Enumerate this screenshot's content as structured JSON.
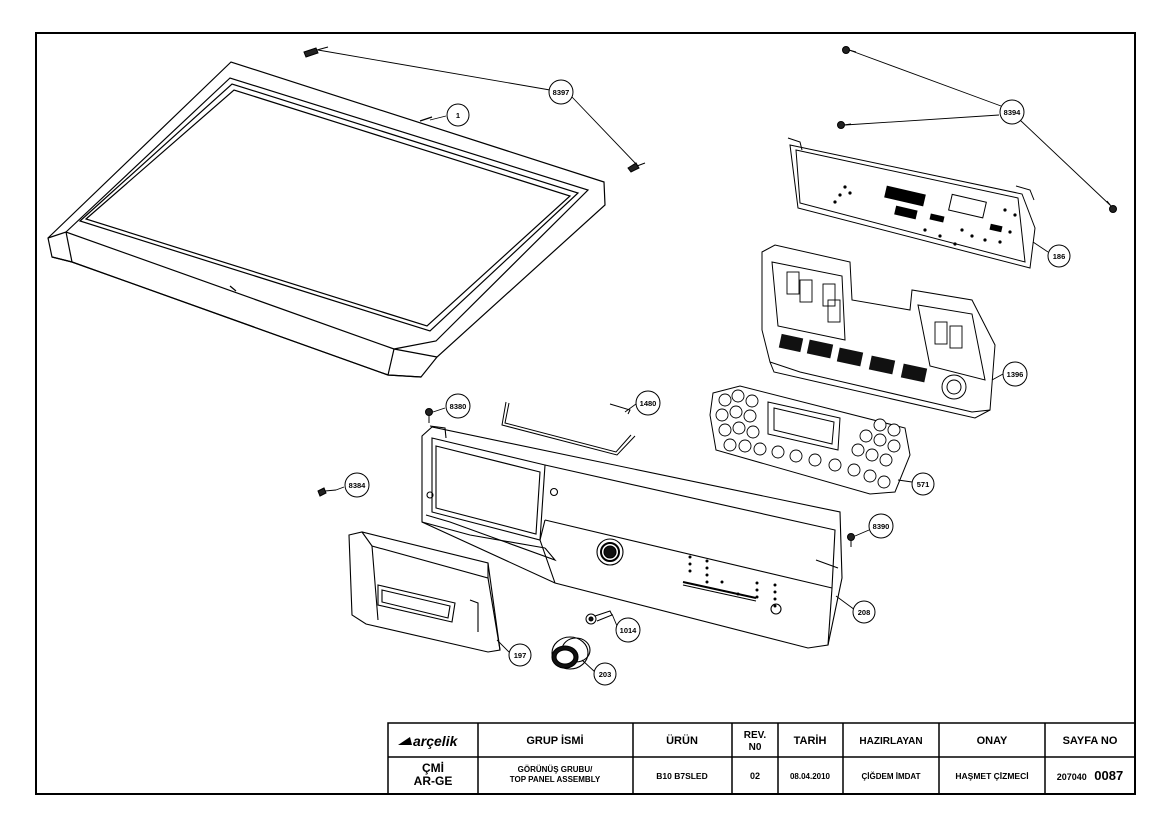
{
  "callouts": {
    "c1": "1",
    "c8397": "8397",
    "c8394": "8394",
    "c186": "186",
    "c1396": "1396",
    "c571": "571",
    "c1480": "1480",
    "c8380": "8380",
    "c8384": "8384",
    "c8390": "8390",
    "c208": "208",
    "c1014": "1014",
    "c197": "197",
    "c203": "203"
  },
  "title_block": {
    "logo": "arçelik",
    "headers": {
      "group": "GRUP İSMİ",
      "product": "ÜRÜN",
      "rev_line1": "REV.",
      "rev_line2": "N0",
      "date": "TARİH",
      "prepared": "HAZIRLAYAN",
      "approval": "ONAY",
      "page": "SAYFA NO"
    },
    "values": {
      "dept_line1": "ÇMİ",
      "dept_line2": "AR-GE",
      "group_line1": "GÖRÜNÜŞ GRUBU/",
      "group_line2": "TOP PANEL ASSEMBLY",
      "product": "B10 B7SLED",
      "rev": "02",
      "date": "08.04.2010",
      "prepared": "ÇİĞDEM İMDAT",
      "approval": "HAŞMET ÇİZMECİ",
      "page_prefix": "207040",
      "page_suffix": "0087"
    }
  }
}
